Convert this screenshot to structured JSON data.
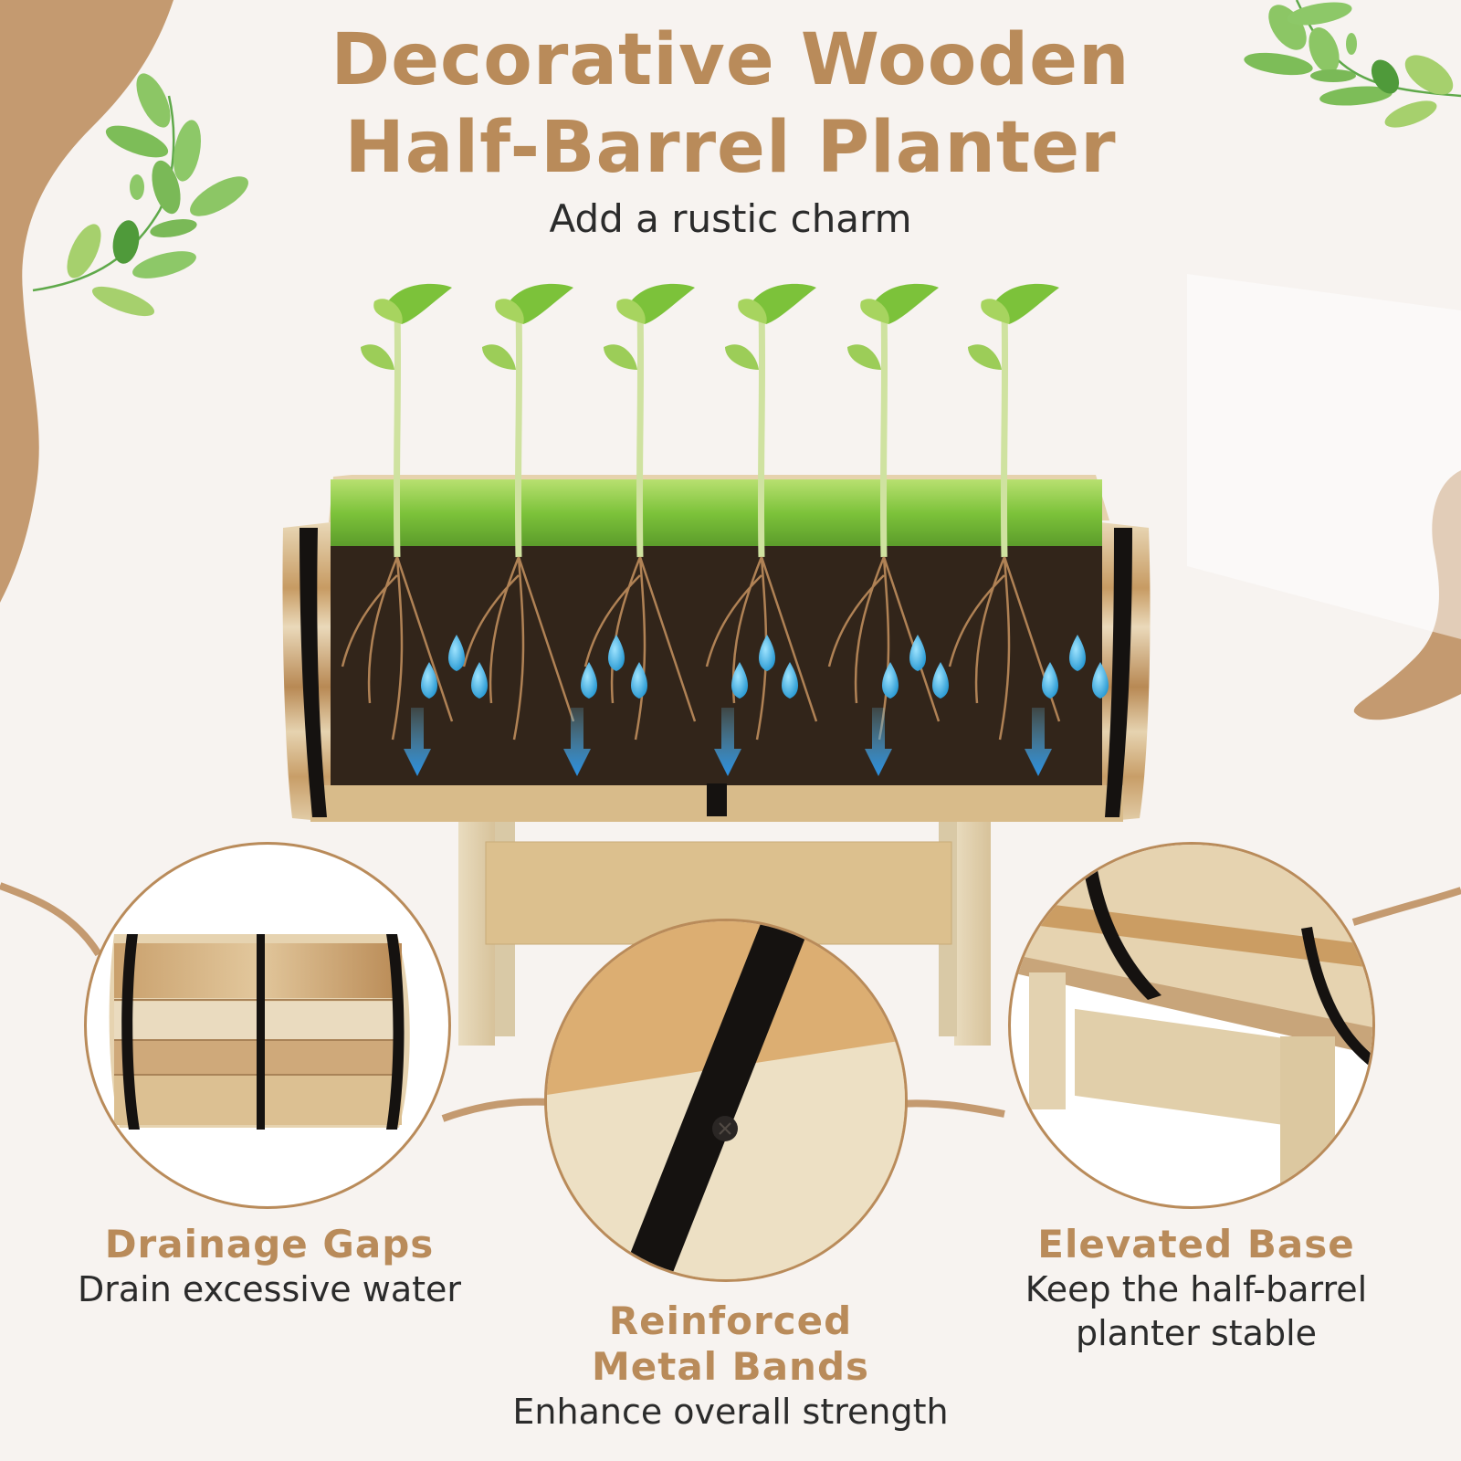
{
  "header": {
    "title_line1": "Decorative Wooden",
    "title_line2": "Half-Barrel Planter",
    "subtitle": "Add a rustic charm"
  },
  "features": [
    {
      "title": "Drainage Gaps",
      "description": "Drain excessive water"
    },
    {
      "title_line1": "Reinforced",
      "title_line2": "Metal Bands",
      "description": "Enhance overall strength"
    },
    {
      "title": "Elevated Base",
      "description_line1": "Keep the half-barrel",
      "description_line2": "planter stable"
    }
  ],
  "product": {
    "plant_count": 6,
    "water_arrow_count": 5
  },
  "colors": {
    "accent_tan": "#b98b5a",
    "blob_tan": "#c49a70",
    "background": "#f7f3f0",
    "text_dark": "#2b2b2b",
    "soil": "#2e2219",
    "grass": "#7cc23a",
    "water_blue": "#3aaee0",
    "metal_band": "#151210",
    "wood_light": "#e8d6b4",
    "wood_dark": "#c39a62"
  }
}
